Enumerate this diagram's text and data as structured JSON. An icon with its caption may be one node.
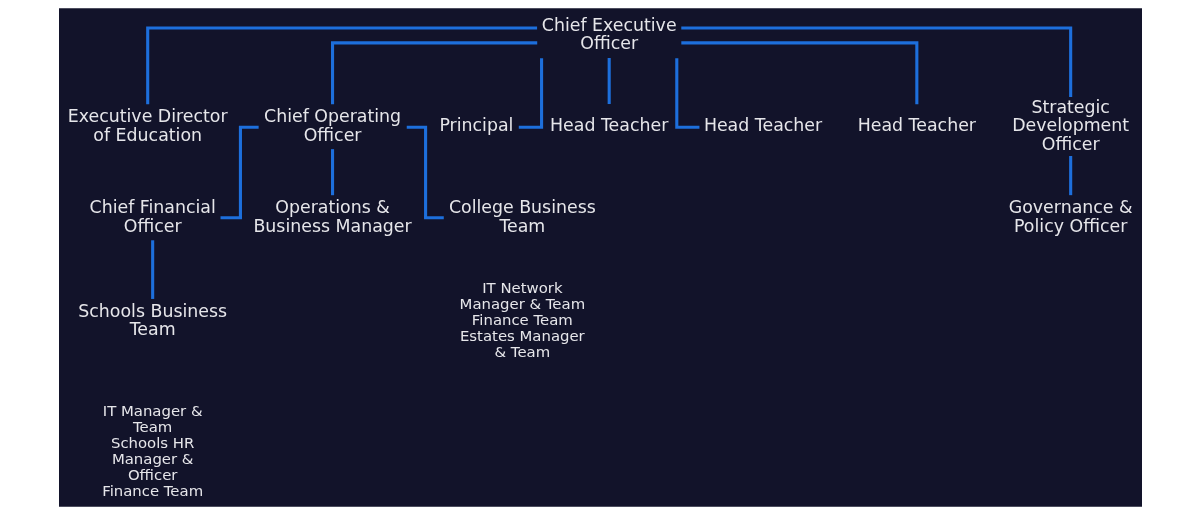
{
  "diagram": {
    "nodes": [
      {
        "text": [
          "Chief Executive Officer"
        ]
      },
      {
        "text": [
          "Executive Director of Education"
        ]
      },
      {
        "text": [
          "Chief Operating Officer"
        ]
      },
      {
        "text": [
          "Principal"
        ]
      },
      {
        "text": [
          "Head Teacher"
        ]
      },
      {
        "text": [
          "Head Teacher"
        ]
      },
      {
        "text": [
          "Head Teacher"
        ]
      },
      {
        "text": [
          "Chief Financial Officer"
        ]
      },
      {
        "text": [
          "Operations & Business Manager"
        ]
      },
      {
        "text": [
          "Strategic Development Officer"
        ]
      },
      {
        "text": [
          "Schools Business Team"
        ],
        "beside": [
          "IT Manager & Team",
          "Schools HR Manager & Officer",
          "Finance Team"
        ]
      },
      {
        "text": [
          "College Business Team"
        ],
        "beside": [
          "IT Network Manager & Team",
          "Finance Team",
          "Estates Manager & Team"
        ]
      },
      {
        "text": [
          "Governance & Policy Officer"
        ]
      }
    ],
    "edges": [
      {
        "from": 0,
        "to": 1,
        "arrow": "none"
      },
      {
        "from": 0,
        "to": 2,
        "arrow": "none"
      },
      {
        "from": 0,
        "to": 3,
        "arrow": "none"
      },
      {
        "from": 0,
        "to": 4,
        "arrow": "none"
      },
      {
        "from": 0,
        "to": 5,
        "arrow": "none"
      },
      {
        "from": 0,
        "to": 6,
        "arrow": "none"
      },
      {
        "from": 0,
        "to": 9,
        "arrow": "none"
      },
      {
        "from": 2,
        "to": 7,
        "arrow": "none"
      },
      {
        "from": 2,
        "to": 8,
        "arrow": "none"
      },
      {
        "from": 2,
        "to": 11,
        "arrow": "none"
      },
      {
        "from": 7,
        "to": 10,
        "arrow": "none"
      },
      {
        "from": 9,
        "to": 12,
        "arrow": "none"
      }
    ]
  }
}
